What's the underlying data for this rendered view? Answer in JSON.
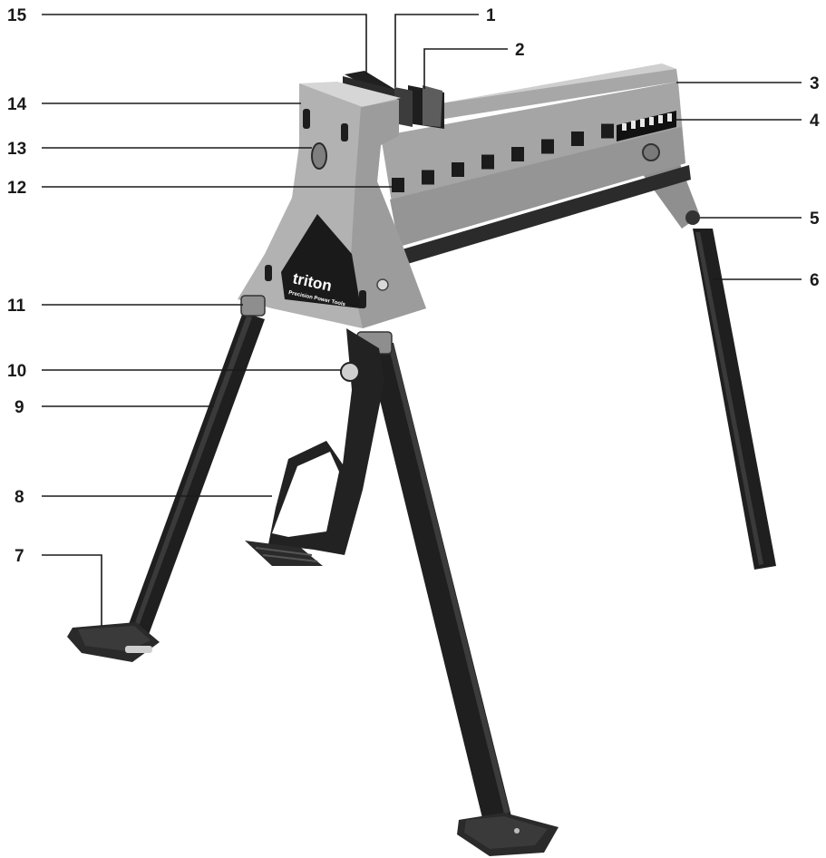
{
  "figure": {
    "brand_logo": "triton",
    "brand_tagline": "Precision Power Tools"
  },
  "callouts": [
    {
      "id": "c1",
      "label": "1"
    },
    {
      "id": "c2",
      "label": "2"
    },
    {
      "id": "c3",
      "label": "3"
    },
    {
      "id": "c4",
      "label": "4"
    },
    {
      "id": "c5",
      "label": "5"
    },
    {
      "id": "c6",
      "label": "6"
    },
    {
      "id": "c7",
      "label": "7"
    },
    {
      "id": "c8",
      "label": "8"
    },
    {
      "id": "c9",
      "label": "9"
    },
    {
      "id": "c10",
      "label": "10"
    },
    {
      "id": "c11",
      "label": "11"
    },
    {
      "id": "c12",
      "label": "12"
    },
    {
      "id": "c13",
      "label": "13"
    },
    {
      "id": "c14",
      "label": "14"
    },
    {
      "id": "c15",
      "label": "15"
    }
  ],
  "colors": {
    "frame_light": "#b9b9b9",
    "frame_mid": "#9a9a9a",
    "frame_dark": "#7c7c7c",
    "leg": "#1f1f1f",
    "foot": "#2a2a2a",
    "line": "#1a1a1a"
  }
}
